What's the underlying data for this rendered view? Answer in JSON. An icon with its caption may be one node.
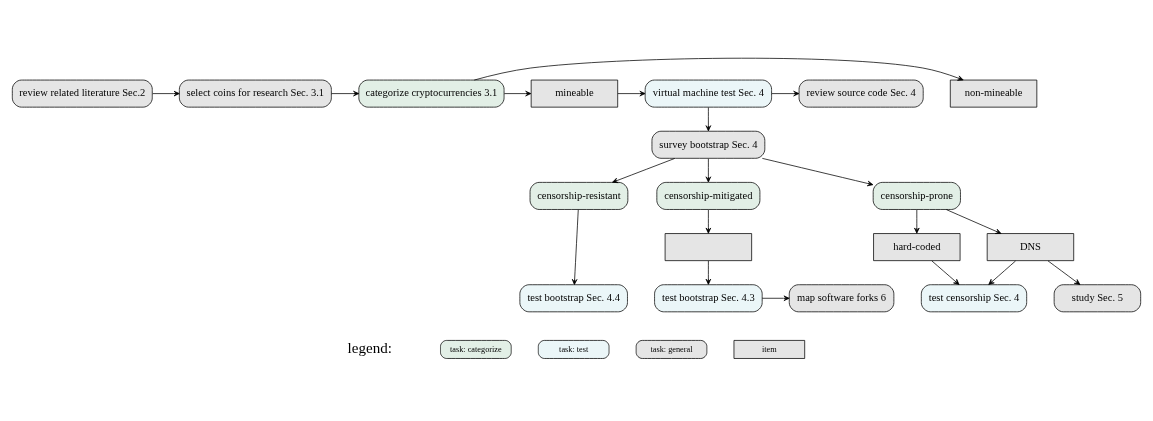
{
  "diagram": {
    "nodes": [
      {
        "text": [
          "review related literature Sec.2"
        ]
      },
      {
        "text": [
          "select coins for research Sec. 3.1"
        ]
      },
      {
        "text": [
          "categorize cryptocurrencies 3.1"
        ]
      },
      {
        "text": [
          "non-mineable"
        ]
      },
      {
        "text": [
          "mineable"
        ]
      },
      {
        "text": [
          "virtual machine test Sec. 4"
        ]
      },
      {
        "text": [
          "review source code Sec. 4"
        ]
      },
      {
        "text": [
          "survey bootstrap Sec. 4"
        ]
      },
      {
        "text": [
          "censorship-resistant"
        ]
      },
      {
        "text": [
          "censorship-mitigated"
        ]
      },
      {
        "text": [],
        "shape": "box"
      },
      {
        "text": [
          "censorship-prone"
        ]
      },
      {
        "text": [
          "hard-coded"
        ]
      },
      {
        "text": [
          "DNS"
        ]
      },
      {
        "text": [
          "test bootstrap Sec. 4.4"
        ]
      },
      {
        "text": [
          "test bootstrap Sec. 4.3"
        ]
      },
      {
        "text": [
          "map software forks 6"
        ]
      },
      {
        "text": [
          "test censorship Sec. 4"
        ]
      },
      {
        "text": [
          "study Sec. 5"
        ]
      }
    ],
    "edges": [
      {
        "from": 0,
        "to": 1,
        "arrow": "to"
      },
      {
        "from": 1,
        "to": 2,
        "arrow": "to"
      },
      {
        "from": 2,
        "to": 3,
        "arrow": "to"
      },
      {
        "from": 2,
        "to": 4,
        "arrow": "to"
      },
      {
        "from": 4,
        "to": 5,
        "arrow": "to"
      },
      {
        "from": 5,
        "to": 6,
        "arrow": "to"
      },
      {
        "from": 5,
        "to": 7,
        "arrow": "to"
      },
      {
        "from": 7,
        "to": 8,
        "arrow": "to"
      },
      {
        "from": 7,
        "to": 9,
        "arrow": "to"
      },
      {
        "from": 7,
        "to": 11,
        "arrow": "to"
      },
      {
        "from": 8,
        "to": 14,
        "arrow": "to"
      },
      {
        "from": 9,
        "to": 10,
        "arrow": "to"
      },
      {
        "from": 10,
        "to": 15,
        "arrow": "to"
      },
      {
        "from": 15,
        "to": 16,
        "arrow": "to"
      },
      {
        "from": 11,
        "to": 12,
        "arrow": "to"
      },
      {
        "from": 11,
        "to": 13,
        "arrow": "to"
      },
      {
        "from": 12,
        "to": 17,
        "arrow": "to"
      },
      {
        "from": 13,
        "to": 17,
        "arrow": "to"
      },
      {
        "from": 13,
        "to": 18,
        "arrow": "to"
      }
    ],
    "labels": [
      "legend:"
    ],
    "legend": [
      {
        "text": "task: categorize",
        "color": "#e2efe6"
      },
      {
        "text": "task: test",
        "color": "#ebf6f8"
      },
      {
        "text": "task: general",
        "color": "#e5e5e5"
      },
      {
        "text": "item",
        "color": "#e5e5e5"
      }
    ]
  }
}
